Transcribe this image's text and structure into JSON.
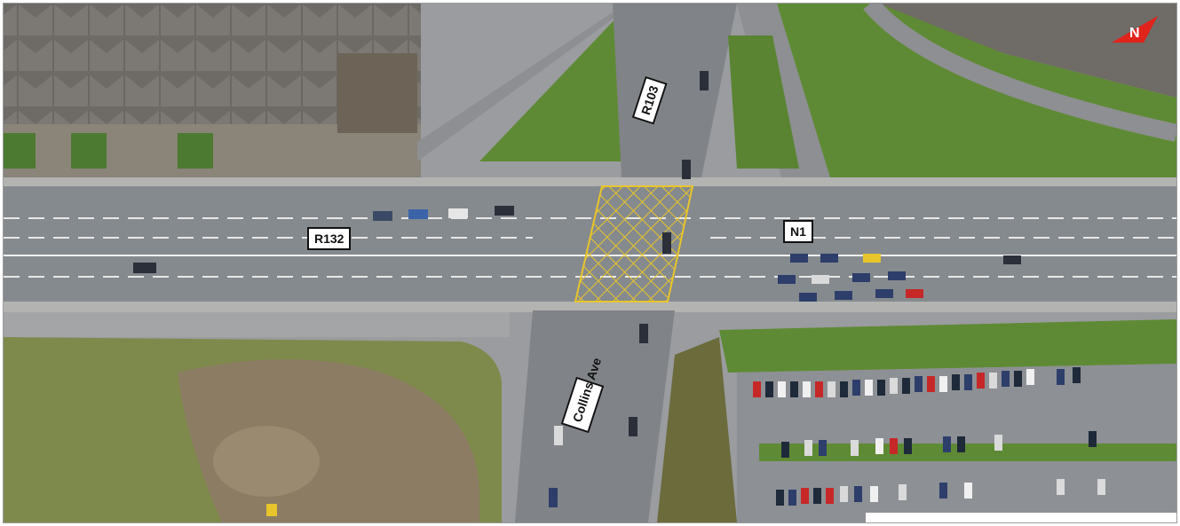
{
  "map": {
    "type": "aerial-orthophoto",
    "road_labels": [
      {
        "id": "r103",
        "text": "R103"
      },
      {
        "id": "r132",
        "text": "R132"
      },
      {
        "id": "n1",
        "text": "N1"
      },
      {
        "id": "collins",
        "text": "Collins Ave"
      }
    ],
    "north_arrow": {
      "icon": "north-arrow-icon",
      "letter": "N",
      "color": "#e0231b"
    },
    "colors": {
      "grass": "#5f8a35",
      "asphalt": "#8a8d91",
      "box_junction": "#e8c52a",
      "rubble": "#8c7c63"
    }
  }
}
